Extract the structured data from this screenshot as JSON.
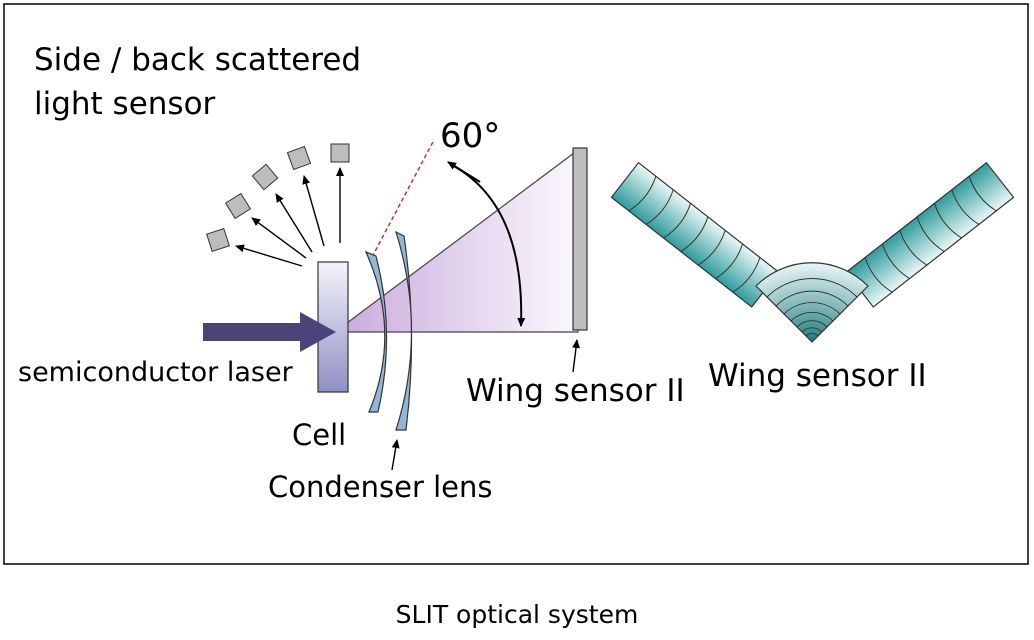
{
  "labels": {
    "side_sensor": "Side / back scattered light sensor",
    "laser": "semiconductor laser",
    "cell": "Cell",
    "condenser": "Condenser lens",
    "wing_sensor_left": "Wing sensor II",
    "wing_sensor_right": "Wing sensor II",
    "angle": "60°"
  },
  "caption": "SLIT optical system",
  "colors": {
    "laser_arrow": "#4a4478",
    "lens_fill": "#8fb8d6",
    "sensor_gray": "#bdbdbd",
    "wing_teal": "#2f9c9c",
    "cone_purple": "#d9c6e8",
    "angle_line": "#d81b1b"
  }
}
